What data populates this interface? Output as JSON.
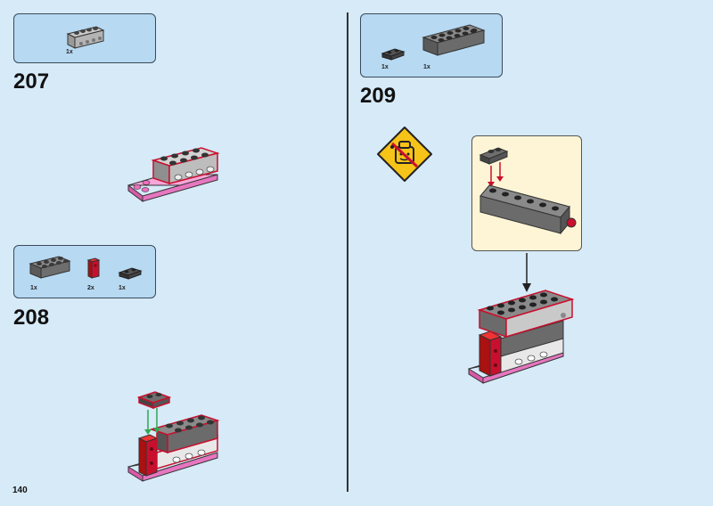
{
  "page_number": "140",
  "steps": [
    {
      "number": "207",
      "parts": [
        {
          "qty": "1x",
          "part": "gray-brick-1x4-with-holes"
        }
      ]
    },
    {
      "number": "208",
      "parts": [
        {
          "qty": "1x",
          "part": "dark-gray-brick-2x4"
        },
        {
          "qty": "2x",
          "part": "red-brick-1x1-with-stud"
        },
        {
          "qty": "1x",
          "part": "dark-gray-plate-1x2"
        }
      ]
    },
    {
      "number": "209",
      "parts": [
        {
          "qty": "1x",
          "part": "dark-gray-plate-1x2"
        },
        {
          "qty": "1x",
          "part": "gray-technic-brick-1x6"
        }
      ]
    }
  ],
  "colors": {
    "page_bg": "#d6eaf8",
    "panel_bg": "#b7d9f2",
    "callout_bg": "#fdf5d6",
    "warning": "#f6c318",
    "highlight": "#c8102e",
    "arrow_green": "#2fa84f"
  }
}
